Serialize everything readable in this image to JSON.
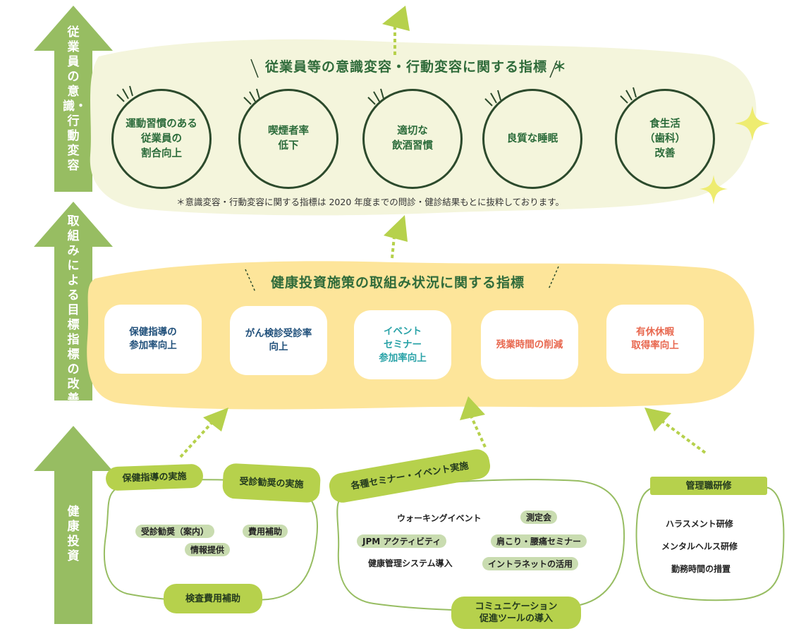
{
  "side_labels": {
    "top": "従業員の意識・行動変容",
    "middle": "取組みによる目標指標の改善",
    "bottom": "健康投資"
  },
  "awareness": {
    "title": "従業員等の意識変容・行動変容に関する指標",
    "title_mark": "＊",
    "items": [
      "運動習慣のある\n従業員の\n割合向上",
      "喫煙者率\n低下",
      "適切な\n飲酒習慣",
      "良質な睡眠",
      "食生活\n（歯科）\n改善"
    ],
    "note": "＊意識変容・行動変容に関する指標は 2020 年度までの問診・健診結果もとに抜粋しております。"
  },
  "initiatives": {
    "title": "健康投資施策の取組み状況に関する指標",
    "items": [
      {
        "label": "保健指導の\n参加率向上",
        "color": "#1f4f7a"
      },
      {
        "label": "がん検診受診率\n向上",
        "color": "#1f4f7a"
      },
      {
        "label": "イベント\nセミナー\n参加率向上",
        "color": "#2aa3a8"
      },
      {
        "label": "残業時間の削減",
        "color": "#e8674e"
      },
      {
        "label": "有休休暇\n取得率向上",
        "color": "#e8674e"
      }
    ]
  },
  "investment": {
    "group1": {
      "tag1": "保健指導の実施",
      "tag2": "受診勧奨の実施",
      "items": [
        "受診勧奨（案内）",
        "費用補助",
        "情報提供"
      ],
      "bottom_tag": "検査費用補助"
    },
    "group2": {
      "tag": "各種セミナー・イベント実施",
      "items": [
        "ウォーキングイベント",
        "測定会",
        "JPM アクティビティ",
        "肩こり・腰痛セミナー",
        "健康管理システム導入",
        "イントラネットの活用"
      ],
      "bottom_tag": "コミュニケーション\n促進ツールの導入"
    },
    "group3": {
      "tag": "管理職研修",
      "items": [
        "ハラスメント研修",
        "メンタルヘルス研修",
        "勤務時間の措置"
      ]
    }
  },
  "colors": {
    "arrow_green": "#97bd62",
    "top_band": "#f4f5dc",
    "middle_band": "#fde59a",
    "accent_lime": "#b6d14c",
    "sparkle": "#eeec70"
  }
}
